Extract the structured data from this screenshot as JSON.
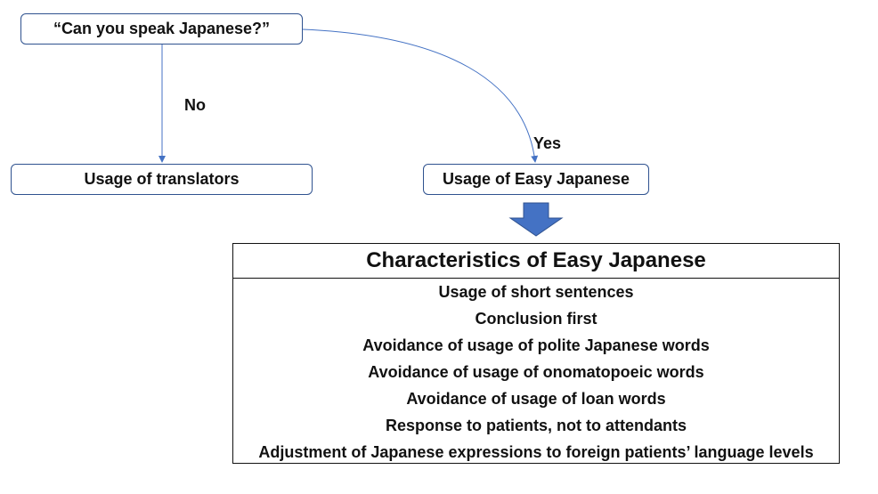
{
  "nodes": {
    "question": "“Can you speak Japanese?”",
    "translators": "Usage of translators",
    "easy_japanese": "Usage of Easy Japanese"
  },
  "edges": {
    "no_label": "No",
    "yes_label": "Yes"
  },
  "characteristics": {
    "title": "Characteristics of Easy Japanese",
    "items": [
      "Usage of short sentences",
      "Conclusion first",
      "Avoidance of usage of polite Japanese words",
      "Avoidance of usage of onomatopoeic words",
      "Avoidance of usage of loan words",
      "Response to patients, not to attendants",
      "Adjustment of Japanese expressions to foreign patients’ language levels"
    ]
  },
  "colors": {
    "box_border": "#2f528f",
    "connector": "#4472c4",
    "big_arrow": "#4472c4"
  }
}
